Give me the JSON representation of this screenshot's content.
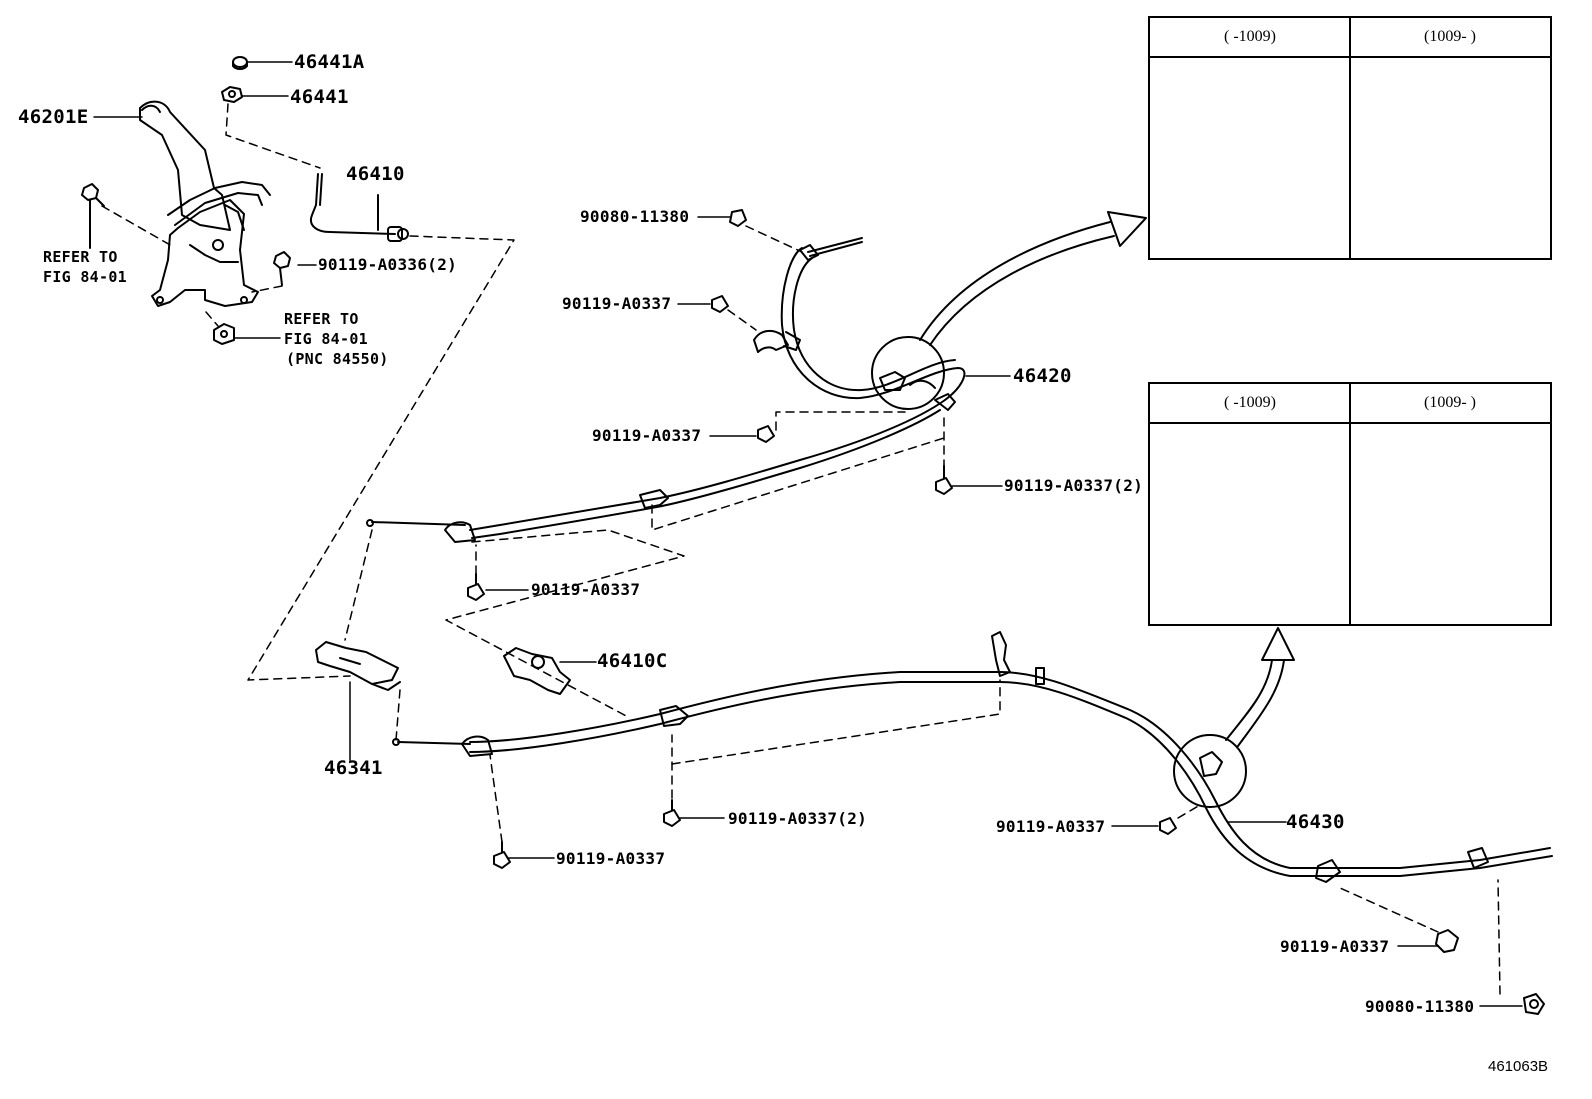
{
  "labels": {
    "p46441A": "46441A",
    "p46441": "46441",
    "p46201E": "46201E",
    "p46410": "46410",
    "ref1_line1": "REFER TO",
    "ref1_line2": "FIG 84-01",
    "bolt_0336": "90119-A0336(2)",
    "ref2_line1": "REFER TO",
    "ref2_line2": "FIG 84-01",
    "ref2_line3": "(PNC 84550)",
    "clip_11380_top": "90080-11380",
    "bolt_0337_a": "90119-A0337",
    "p46420": "46420",
    "bolt_0337_b": "90119-A0337",
    "bolt_0337_2_a": "90119-A0337(2)",
    "bolt_0337_c": "90119-A0337",
    "p46410C": "46410C",
    "p46341": "46341",
    "bolt_0337_2_b": "90119-A0337(2)",
    "bolt_0337_d": "90119-A0337",
    "bolt_0337_e": "90119-A0337",
    "p46430": "46430",
    "bolt_0337_f": "90119-A0337",
    "clip_11380_bottom": "90080-11380"
  },
  "panels": {
    "upper": {
      "col1": "(     -1009)",
      "col2": "(1009-     )"
    },
    "lower": {
      "col1": "(     -1009)",
      "col2": "(1009-     )"
    }
  },
  "diagram_code": "461063B"
}
